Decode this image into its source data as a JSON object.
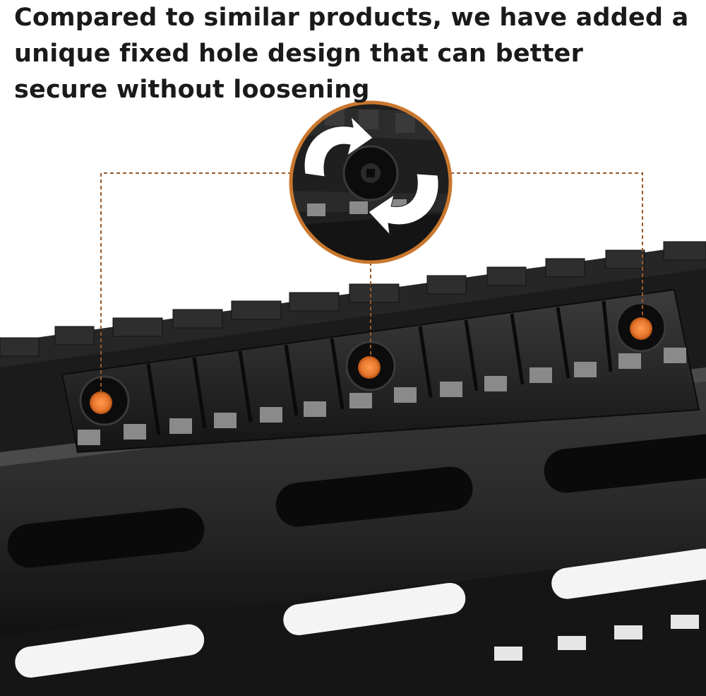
{
  "headline": {
    "lines": [
      "Compared to similar products, we have added a",
      "unique fixed hole design that can better",
      "secure without loosening"
    ]
  },
  "colors": {
    "accent": "#e8772e",
    "callout_line": "#9a5a2a",
    "rail_dark": "#1c1c1c",
    "handguard": "#2b2b2b",
    "background": "#ffffff"
  },
  "icons": [
    "rotate-arrows-icon",
    "screw-hole-marker"
  ],
  "markers_count": 3
}
